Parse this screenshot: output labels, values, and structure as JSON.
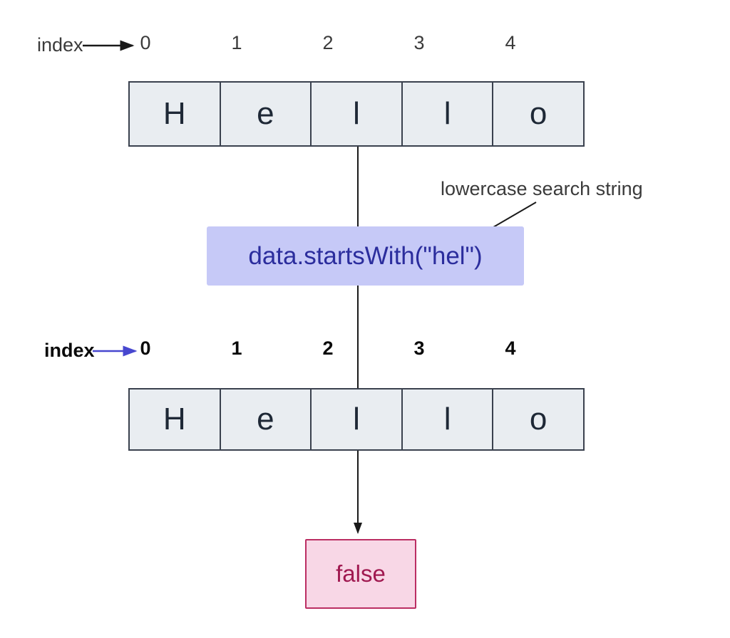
{
  "top_section": {
    "index_label": "index",
    "indices": [
      "0",
      "1",
      "2",
      "3",
      "4"
    ],
    "cells": [
      "H",
      "e",
      "l",
      "l",
      "o"
    ]
  },
  "code_section": {
    "code": "data.startsWith(\"hel\")",
    "annotation": "lowercase search string"
  },
  "bottom_section": {
    "index_label": "index",
    "indices": [
      "0",
      "1",
      "2",
      "3",
      "4"
    ],
    "cells": [
      "H",
      "e",
      "l",
      "l",
      "o"
    ]
  },
  "result_section": {
    "value": "false"
  },
  "colors": {
    "cell_fill": "#e9edf1",
    "cell_border": "#3a414e",
    "cell_text": "#1e2836",
    "code_box_bg": "#c6c9f7",
    "code_text": "#2b2d9d",
    "annotation_text": "#3a3a3a",
    "connector_line": "#1a1a1a",
    "bottom_index_arrow": "#4747cf",
    "result_box_bg": "#f8d7e6",
    "result_border": "#bb2e63",
    "result_text": "#a01950"
  }
}
